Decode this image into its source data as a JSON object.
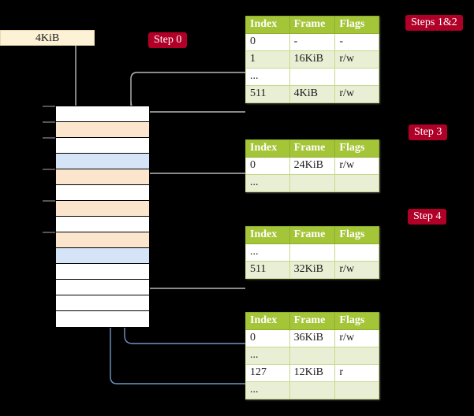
{
  "diagram": {
    "title_region": "multi-level page table walk diagram",
    "source_box": {
      "label": "4KiB"
    },
    "badges": [
      {
        "name": "step-0",
        "label": "Step 0"
      },
      {
        "name": "steps-1-2",
        "label": "Steps 1&2"
      },
      {
        "name": "step-3",
        "label": "Step 3"
      },
      {
        "name": "step-4",
        "label": "Step 4"
      }
    ],
    "colors": {
      "background": "#000000",
      "header_green": "#a5c539",
      "row_alt_green": "#e9efd4",
      "highlight_yellow": "#fdf8a8",
      "badge_red": "#b00028",
      "source_box": "#fdf1d6",
      "mem_peach": "#fce5cd",
      "mem_blue": "#d6e4f7",
      "wire_gray": "#b3b3b3",
      "wire_blue": "#7295c4"
    },
    "memory_column": {
      "name": "physical-memory-column",
      "row_count": 14,
      "rows": [
        {
          "index": 0,
          "fill": "white",
          "tick": true
        },
        {
          "index": 1,
          "fill": "peach",
          "tick": true
        },
        {
          "index": 2,
          "fill": "white",
          "tick": true
        },
        {
          "index": 3,
          "fill": "blue",
          "tick": false
        },
        {
          "index": 4,
          "fill": "peach",
          "tick": true
        },
        {
          "index": 5,
          "fill": "white",
          "tick": false
        },
        {
          "index": 6,
          "fill": "peach",
          "tick": true
        },
        {
          "index": 7,
          "fill": "white",
          "tick": false
        },
        {
          "index": 8,
          "fill": "peach",
          "tick": true
        },
        {
          "index": 9,
          "fill": "blue",
          "tick": false
        },
        {
          "index": 10,
          "fill": "white",
          "tick": false
        },
        {
          "index": 11,
          "fill": "white",
          "tick": false
        },
        {
          "index": 12,
          "fill": "white",
          "tick": false
        },
        {
          "index": 13,
          "fill": "white",
          "tick": false
        }
      ]
    },
    "tables": [
      {
        "name": "page-table-level-1",
        "columns": [
          "Index",
          "Frame",
          "Flags"
        ],
        "rows": [
          {
            "cells": [
              "0",
              "-",
              "-"
            ],
            "alt": false,
            "highlight": false
          },
          {
            "cells": [
              "1",
              "16KiB",
              "r/w"
            ],
            "alt": true,
            "highlight": false
          },
          {
            "cells": [
              "...",
              "",
              ""
            ],
            "alt": false,
            "highlight": false
          },
          {
            "cells": [
              "511",
              "4KiB",
              "r/w"
            ],
            "alt": true,
            "highlight": true
          }
        ]
      },
      {
        "name": "page-table-level-2",
        "columns": [
          "Index",
          "Frame",
          "Flags"
        ],
        "rows": [
          {
            "cells": [
              "0",
              "24KiB",
              "r/w"
            ],
            "alt": false,
            "highlight": false
          },
          {
            "cells": [
              "...",
              "",
              ""
            ],
            "alt": true,
            "highlight": false
          }
        ]
      },
      {
        "name": "page-table-level-3",
        "columns": [
          "Index",
          "Frame",
          "Flags"
        ],
        "rows": [
          {
            "cells": [
              "...",
              "",
              ""
            ],
            "alt": false,
            "highlight": false
          },
          {
            "cells": [
              "511",
              "32KiB",
              "r/w"
            ],
            "alt": true,
            "highlight": false
          }
        ]
      },
      {
        "name": "page-table-level-4",
        "columns": [
          "Index",
          "Frame",
          "Flags"
        ],
        "rows": [
          {
            "cells": [
              "0",
              "36KiB",
              "r/w"
            ],
            "alt": false,
            "highlight": false
          },
          {
            "cells": [
              "...",
              "",
              ""
            ],
            "alt": true,
            "highlight": false
          },
          {
            "cells": [
              "127",
              "12KiB",
              "r"
            ],
            "alt": false,
            "highlight": false
          },
          {
            "cells": [
              "...",
              "",
              ""
            ],
            "alt": true,
            "highlight": false
          }
        ]
      }
    ]
  }
}
